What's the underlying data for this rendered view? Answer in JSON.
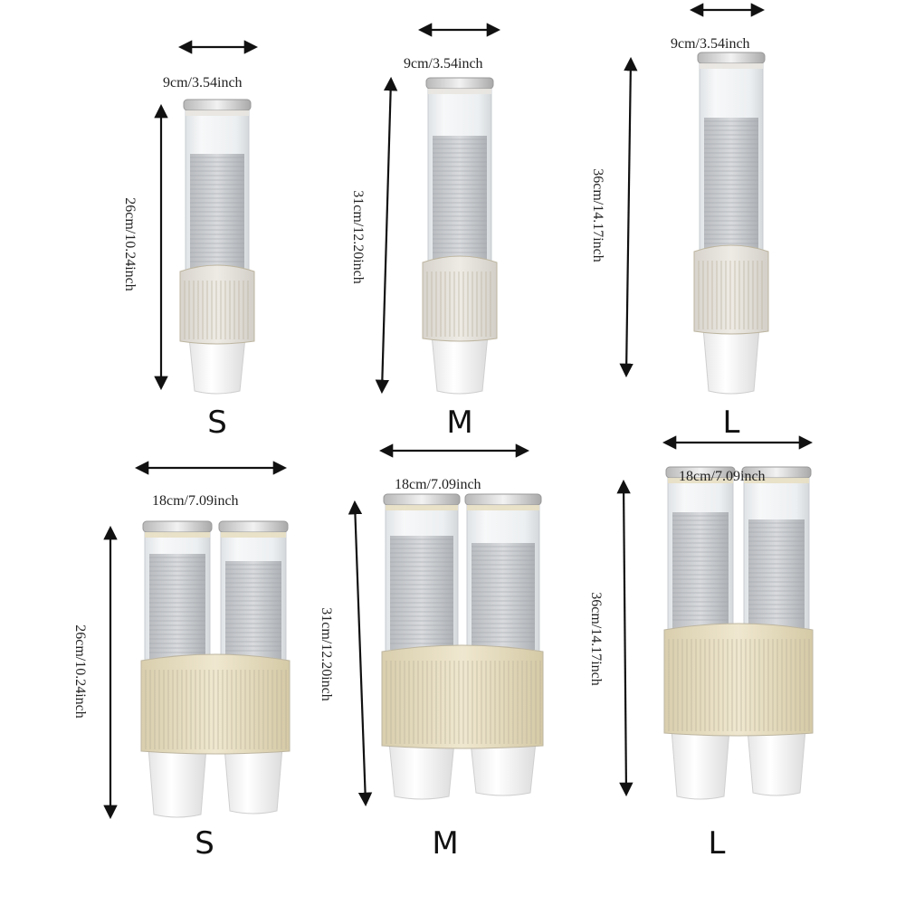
{
  "colors": {
    "arrow": "#111111",
    "white_body": "#e9e6e0",
    "cream_body": "#e8dfc3",
    "tube_glass": "#eef1f3",
    "cup_stack": "#c9ccd0",
    "cup": "#f3f3f3",
    "lid": "#d9d9d9"
  },
  "rows": [
    {
      "name": "single",
      "items": [
        {
          "size": "S",
          "width_text": "9cm/3.54inch",
          "height_text": "26cm/10.24inch"
        },
        {
          "size": "M",
          "width_text": "9cm/3.54inch",
          "height_text": "31cm/12.20inch"
        },
        {
          "size": "L",
          "width_text": "9cm/3.54inch",
          "height_text": "36cm/14.17inch"
        }
      ]
    },
    {
      "name": "double",
      "items": [
        {
          "size": "S",
          "width_text": "18cm/7.09inch",
          "height_text": "26cm/10.24inch"
        },
        {
          "size": "M",
          "width_text": "18cm/7.09inch",
          "height_text": "31cm/12.20inch"
        },
        {
          "size": "L",
          "width_text": "18cm/7.09inch",
          "height_text": "36cm/14.17inch"
        }
      ]
    }
  ]
}
